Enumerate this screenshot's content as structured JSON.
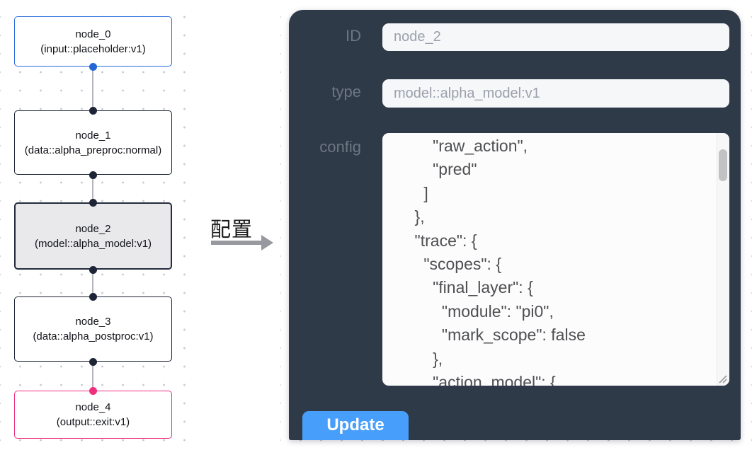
{
  "flow": {
    "nodes": [
      {
        "title": "node_0",
        "subtitle": "(input::placeholder:v1)"
      },
      {
        "title": "node_1",
        "subtitle": "(data::alpha_preproc:normal)"
      },
      {
        "title": "node_2",
        "subtitle": "(model::alpha_model:v1)"
      },
      {
        "title": "node_3",
        "subtitle": "(data::alpha_postproc:v1)"
      },
      {
        "title": "node_4",
        "subtitle": "(output::exit:v1)"
      }
    ]
  },
  "annotation": {
    "label": "配置"
  },
  "panel": {
    "id_label": "ID",
    "id_value": "node_2",
    "type_label": "type",
    "type_value": "model::alpha_model:v1",
    "config_label": "config",
    "config_value": "        \"raw_action\",\n        \"pred\"\n      ]\n    },\n    \"trace\": {\n      \"scopes\": {\n        \"final_layer\": {\n          \"module\": \"pi0\",\n          \"mark_scope\": false\n        },\n        \"action_model\": {",
    "update_label": "Update"
  },
  "colors": {
    "panel_bg": "#2f3a49",
    "node_border_dark": "#1d2435",
    "accent_blue": "#2a6bdb",
    "accent_pink": "#ee2f7e",
    "selected_node_bg": "#e9e9eb",
    "button_blue": "#479efb",
    "edge_gray": "#b4b5ba"
  }
}
